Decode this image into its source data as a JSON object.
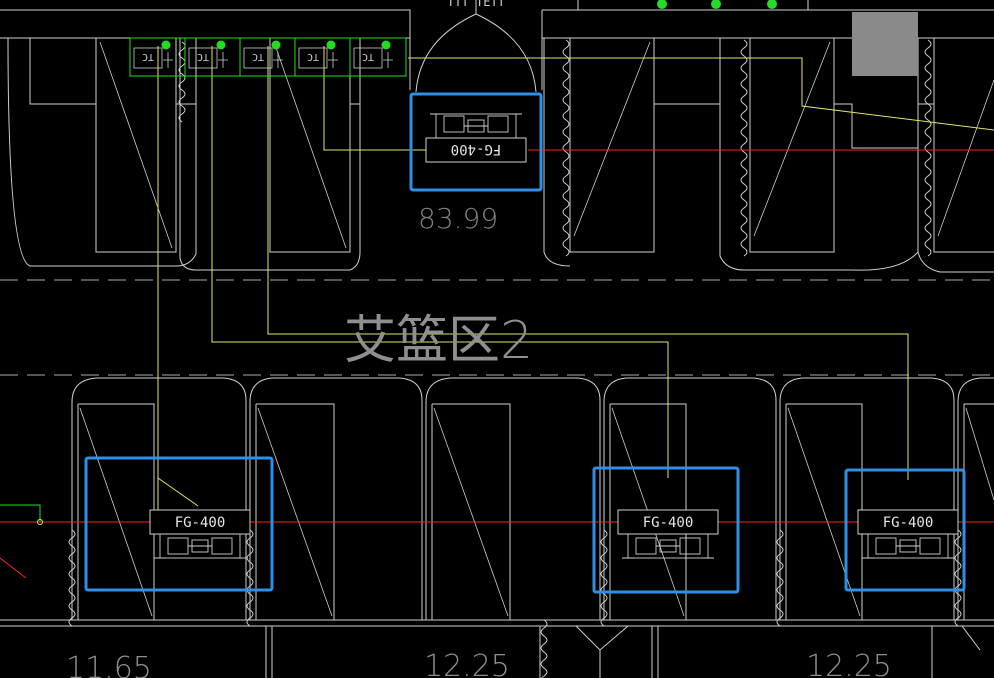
{
  "colors": {
    "background": "#000000",
    "outline": "#cfcfcf",
    "dashed": "#8a8a8a",
    "wire": "#e4e46a",
    "main_line": "#ff2020",
    "highlight": "#2f8fe8",
    "green": "#22dd22",
    "gray_block": "#8a8a8a"
  },
  "labels": {
    "top_cut_text": "TTT TETT",
    "zone_label": "艾篮区2",
    "elev_top": "83.99",
    "elev_bottom": [
      "11.65",
      "12.25",
      "12.25"
    ]
  },
  "top_unit": {
    "model": "FG-400"
  },
  "bottom_units": [
    {
      "model": "FG-400"
    },
    {
      "model": "FG-400"
    },
    {
      "model": "FG-400"
    }
  ],
  "panel_cells": [
    {
      "label": "TC"
    },
    {
      "label": "TC"
    },
    {
      "label": "TC"
    },
    {
      "label": "TC"
    },
    {
      "label": "TC"
    }
  ]
}
